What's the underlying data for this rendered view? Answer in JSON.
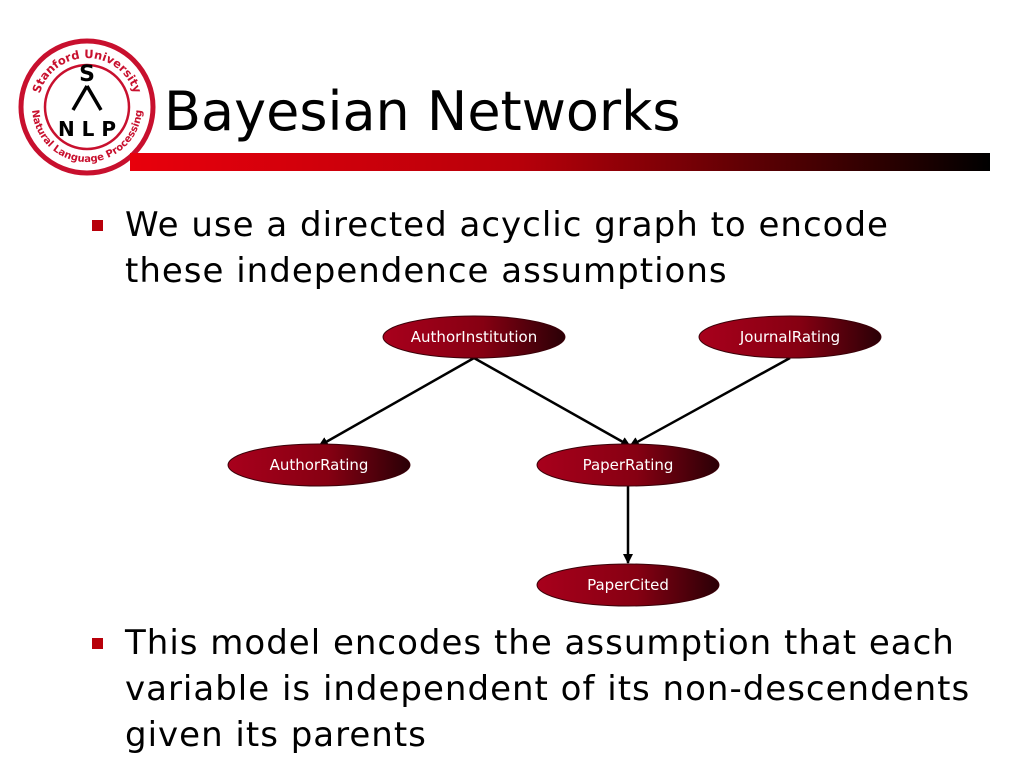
{
  "logo": {
    "ring_text_top": "Stanford University",
    "ring_text_bottom": "Natural Language Processing",
    "letter_s": "S",
    "letters_nlp": "N L P",
    "color": "#c8102e"
  },
  "slide": {
    "title": "Bayesian Networks",
    "bullets": [
      "We use a directed acyclic graph to encode these independence assumptions",
      "This model encodes the assumption that each variable is independent of its non-descendents given its parents"
    ],
    "accent_color": "#b8000a"
  },
  "graph": {
    "nodes": [
      {
        "id": "author_institution",
        "label": "AuthorInstitution"
      },
      {
        "id": "journal_rating",
        "label": "JournalRating"
      },
      {
        "id": "author_rating",
        "label": "AuthorRating"
      },
      {
        "id": "paper_rating",
        "label": "PaperRating"
      },
      {
        "id": "paper_cited",
        "label": "PaperCited"
      }
    ],
    "edges": [
      {
        "from": "author_institution",
        "to": "author_rating"
      },
      {
        "from": "author_institution",
        "to": "paper_rating"
      },
      {
        "from": "journal_rating",
        "to": "paper_rating"
      },
      {
        "from": "paper_rating",
        "to": "paper_cited"
      }
    ]
  }
}
